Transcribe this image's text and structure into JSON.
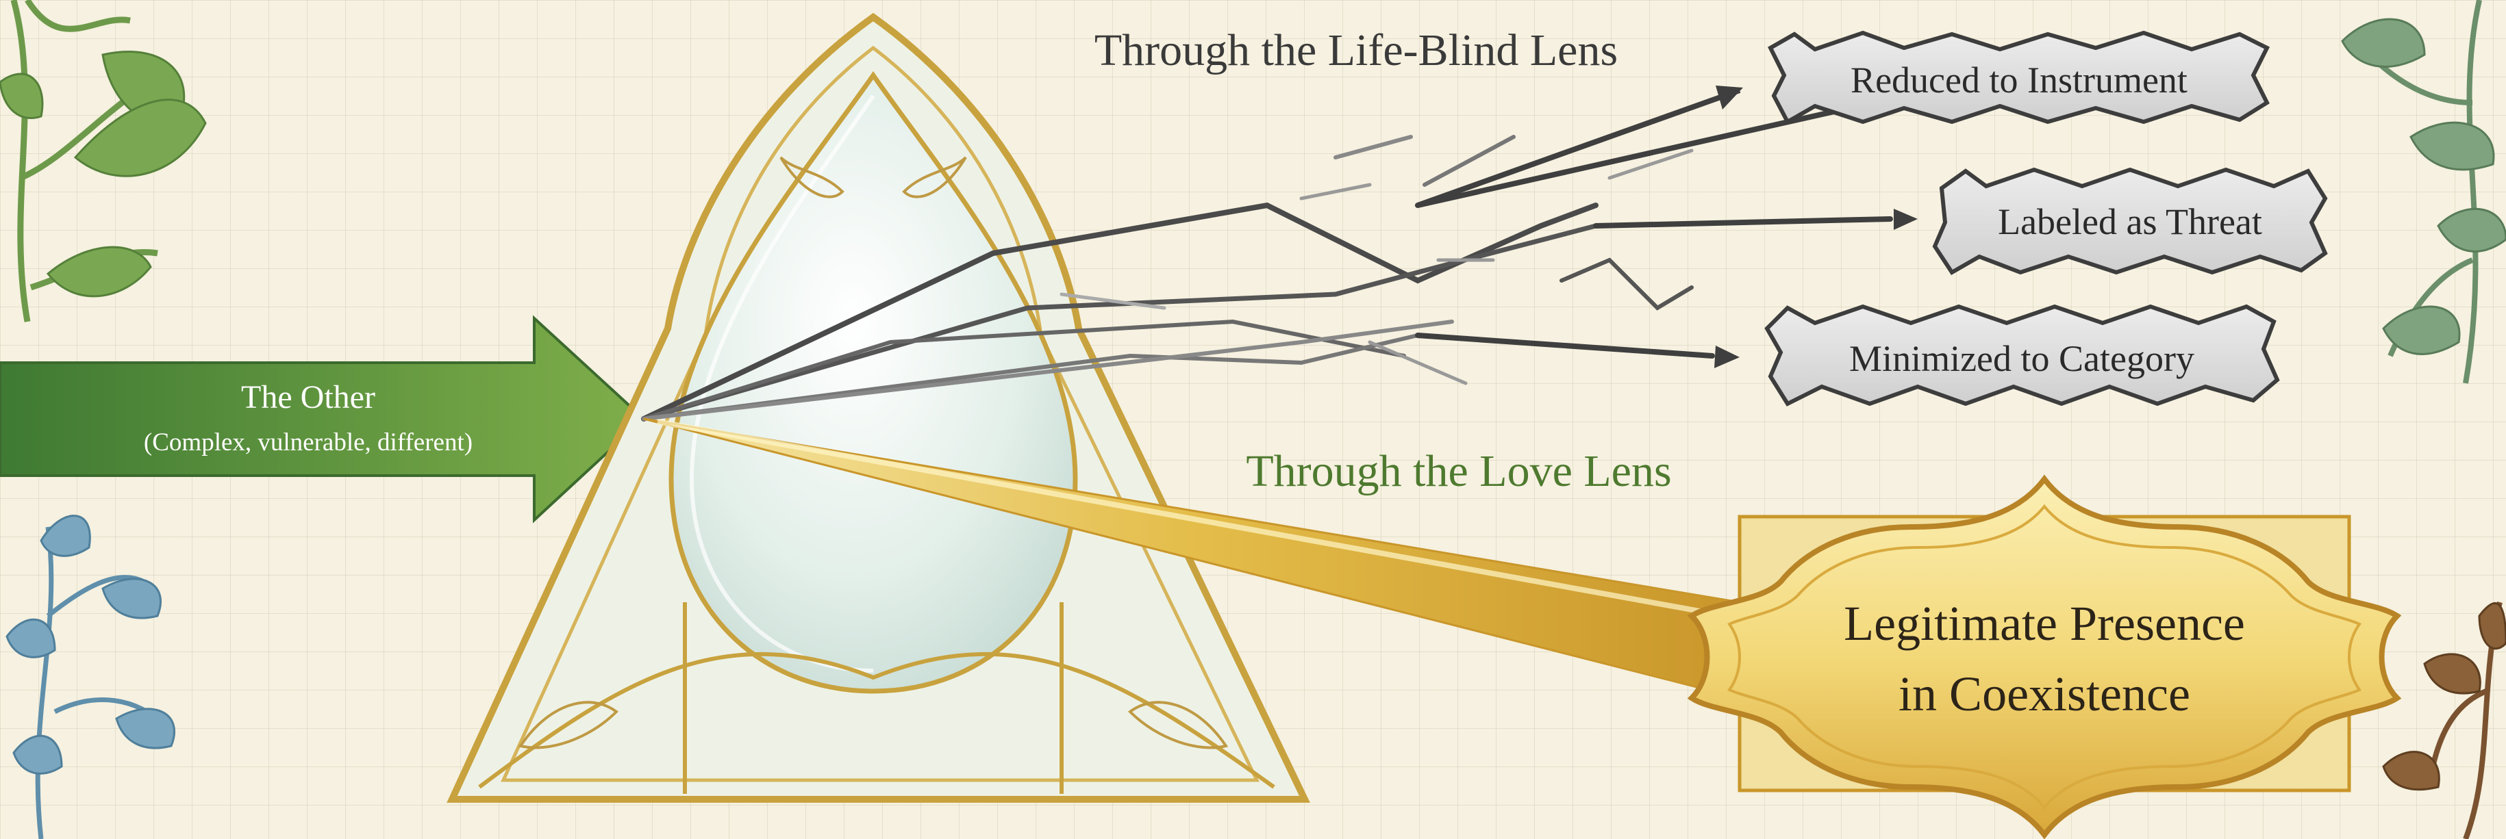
{
  "source": {
    "title": "The Other",
    "subtitle": "(Complex, vulnerable, different)"
  },
  "life_blind": {
    "heading": "Through the Life-Blind Lens",
    "outcomes": [
      "Reduced to Instrument",
      "Labeled as Threat",
      "Minimized to Category"
    ]
  },
  "love": {
    "heading": "Through the Love Lens",
    "outcome_line1": "Legitimate Presence",
    "outcome_line2": "in Coexistence"
  },
  "colors": {
    "background": "#f6f1e0",
    "source_arrow": "#4f8a3c",
    "love_heading": "#4e7a2f",
    "life_blind_heading": "#3a3a3a",
    "gold": "#d8a93a",
    "gray_box": "#d9d9d9",
    "scatter_lines": "#555555"
  },
  "icons": [
    "vine-icon",
    "lens-prism-icon"
  ]
}
